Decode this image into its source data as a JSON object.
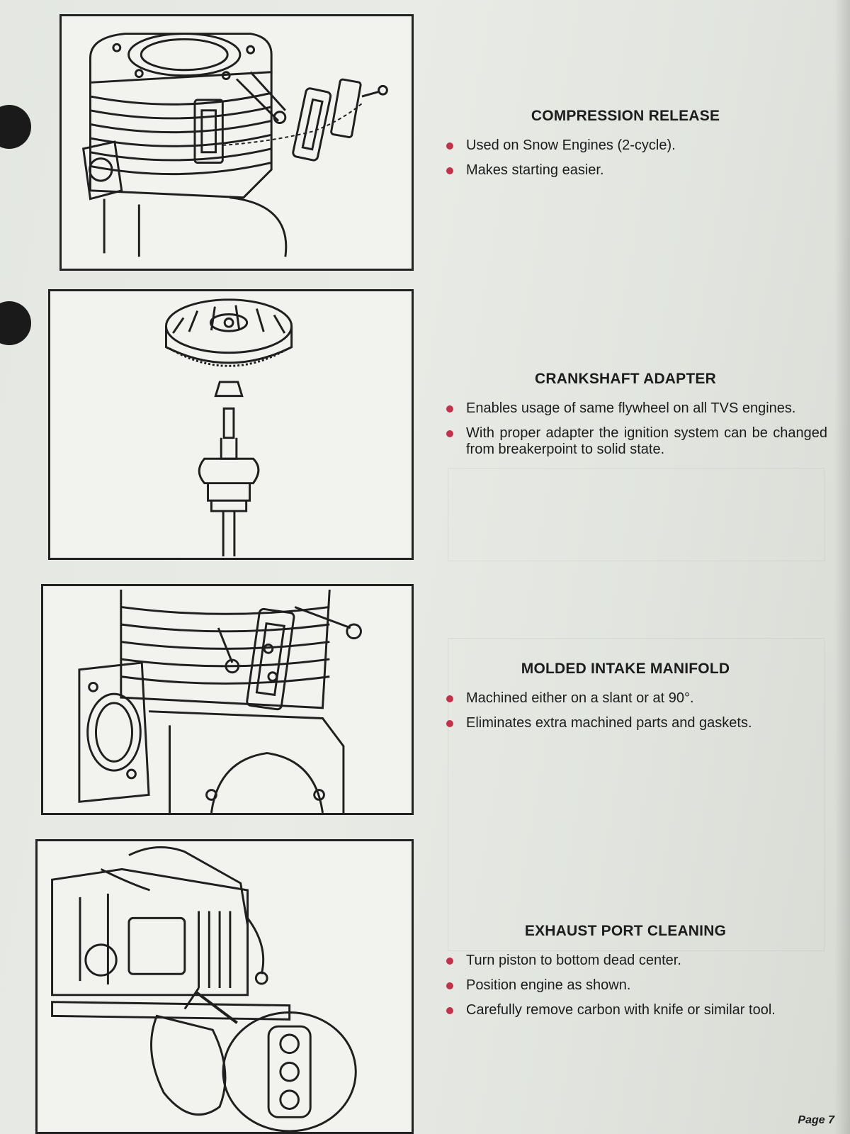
{
  "colors": {
    "bullet": "#c0334a",
    "ink": "#1c1c1c",
    "paper": "#e8eae5"
  },
  "sections": [
    {
      "title": "COMPRESSION RELEASE",
      "bullets": [
        "Used on Snow Engines (2-cycle).",
        "Makes starting easier."
      ]
    },
    {
      "title": "CRANKSHAFT ADAPTER",
      "bullets": [
        "Enables usage of same flywheel on all TVS engines.",
        "With proper adapter the ignition system can be changed from breakerpoint to solid state."
      ]
    },
    {
      "title": "MOLDED INTAKE MANIFOLD",
      "bullets": [
        "Machined either on a slant or at 90°.",
        "Eliminates extra machined parts and gaskets."
      ]
    },
    {
      "title": "EXHAUST PORT CLEANING",
      "bullets": [
        "Turn piston to bottom dead center.",
        "Position engine as shown.",
        "Carefully remove carbon with knife or similar tool."
      ]
    }
  ],
  "footer": {
    "page_label": "Page 7"
  }
}
